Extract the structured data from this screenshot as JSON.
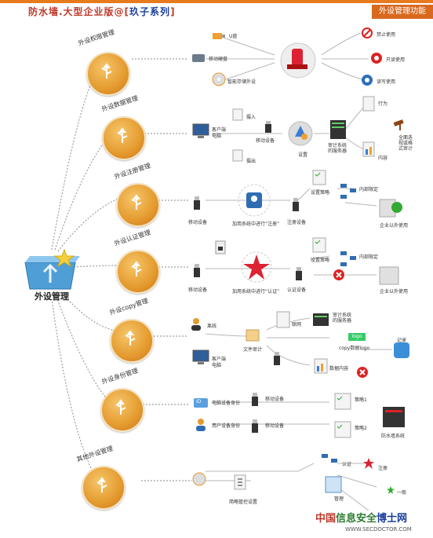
{
  "header": {
    "title_pre": "防水墙.大型企业版@[",
    "title_series": "玖子系列",
    "title_post": "]",
    "badge": "外设管理功能"
  },
  "hub": {
    "label": "外设管理"
  },
  "modules": {
    "perm": {
      "title": "外设权限管理"
    },
    "data": {
      "title": "外设数据管理"
    },
    "reg": {
      "title": "外设注册管理"
    },
    "auth": {
      "title": "外设认证管理"
    },
    "copy": {
      "title": "外设copy管理"
    },
    "ident": {
      "title": "外设身份管理"
    },
    "other": {
      "title": "其他外设管理"
    }
  },
  "perm": {
    "usb": "U盘",
    "hdd": "移动硬盘",
    "cd": "智能存储外设",
    "forbid": "禁止使用",
    "readonly": "只读使用",
    "rw": "读写使用"
  },
  "data": {
    "client": "客户端",
    "computer": "电脑",
    "in": "摄入",
    "out": "摄出",
    "device": "移动设备",
    "setting": "设置",
    "audit_sys": "审计系统",
    "server": "的服务器",
    "behavior": "行为",
    "content": "内容",
    "full_audit_1": "全面迭",
    "full_audit_2": "视或格",
    "full_audit_3": "式审计"
  },
  "reg": {
    "device": "移动设备",
    "add_flow": "加用系统中进行“注册”",
    "policy": "设置策略",
    "in_control": "内部限定",
    "reg_device": "注册设备",
    "enterprise": "企业以外使用"
  },
  "auth": {
    "device": "移动设备",
    "add_flow": "加用系统中进行“认证”",
    "policy": "设置策略",
    "in_control": "内部限定",
    "auth_device": "认证设备",
    "enterprise": "企业以外使用"
  },
  "copy": {
    "key_policy": "离线",
    "client": "客户端",
    "computer": "电脑",
    "file_audit": "文件审计",
    "network": "联网",
    "audit_sys": "审计系统",
    "server": "的服务器",
    "logo": "logo",
    "copy_logo": "copy数据logo",
    "data_content": "数据内容",
    "record": "记录"
  },
  "ident": {
    "id1": "ID",
    "elec_id": "电脑设备身份",
    "user_id": "用户设备身份",
    "device_a": "移动设备",
    "device_b": "移动设备",
    "strategy1": "策略1",
    "strategy2": "策略2",
    "firewall": "防水墙系统"
  },
  "other": {
    "simple": "简略管控设置",
    "auth": "认证",
    "reg": "注册",
    "manage": "管理",
    "normal": "一般"
  },
  "footer": {
    "cn1": "中国",
    "cn2": "信息安全",
    "cn3": "博士网",
    "url": "WWW.SECDOCTOR.COM"
  },
  "colors": {
    "accent": "#e87a1e",
    "module": "#e49a2e",
    "link": "#9aa0a6",
    "badge": "#d9691f"
  }
}
